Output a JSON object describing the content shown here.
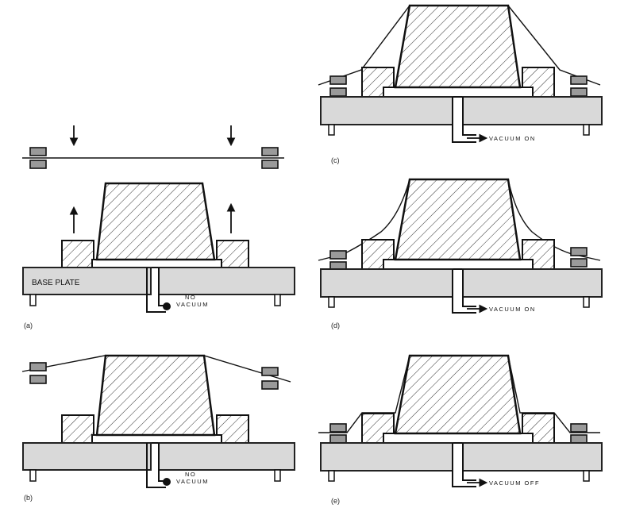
{
  "panels": [
    {
      "id": "a",
      "caption": "(a)",
      "status_line1": "NO",
      "status_line2": "VACUUM",
      "plate_label": "BASE PLATE"
    },
    {
      "id": "b",
      "caption": "(b)",
      "status_line1": "NO",
      "status_line2": "VACUUM"
    },
    {
      "id": "c",
      "caption": "(c)",
      "status": "VACUUM ON"
    },
    {
      "id": "d",
      "caption": "(d)",
      "status": "VACUUM ON"
    },
    {
      "id": "e",
      "caption": "(e)",
      "status": "VACUUM OFF"
    }
  ]
}
